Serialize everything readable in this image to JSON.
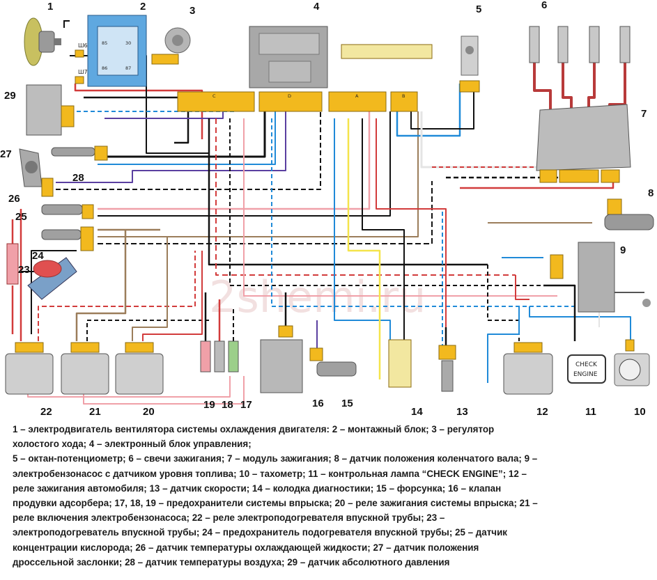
{
  "watermark": "2shemi.ru",
  "labels": {
    "n1": "1",
    "n2": "2",
    "n3": "3",
    "n4": "4",
    "n5": "5",
    "n6": "6",
    "n7": "7",
    "n8": "8",
    "n9": "9",
    "n10": "10",
    "n11": "11",
    "n12": "12",
    "n13": "13",
    "n14": "14",
    "n15": "15",
    "n16": "16",
    "n17": "17",
    "n18": "18",
    "n19": "19",
    "n20": "20",
    "n21": "21",
    "n22": "22",
    "n23": "23",
    "n24": "24",
    "n25": "25",
    "n26": "26",
    "n27": "27",
    "n28": "28",
    "n29": "29"
  },
  "markings": {
    "sh6": "Ш6",
    "sh7": "Ш7",
    "conn_c": "C",
    "conn_d": "D",
    "conn_a": "A",
    "conn_b": "B",
    "check1": "CHECK",
    "check2": "ENGINE",
    "k30": "30",
    "k85": "85",
    "k86": "86",
    "k87": "87"
  },
  "caption": [
    "1 – электродвигатель вентилятора системы охлаждения двигателя: 2 – монтажный блок; 3 – регулятор",
    "холостого хода; 4 – электронный блок управления;",
    "5 – октан-потенциометр; 6 – свечи зажигания; 7 – модуль зажигания; 8 – датчик положения коленчатого вала; 9 –",
    "электробензонасос с датчиком уровня топлива; 10 – тахометр; 11 – контрольная лампа “CHECK ENGINE”; 12 –",
    "реле зажигания автомобиля; 13 – датчик скорости; 14 – колодка диагностики; 15 – форсунка; 16 – клапан",
    "продувки адсорбера; 17, 18, 19 – предохранители системы впрыска; 20 – реле зажигания системы впрыска; 21 –",
    "реле включения электробензонасоса; 22 – реле электроподогревателя впускной трубы; 23 –",
    "электроподогреватель впускной трубы; 24 – предохранитель подогревателя впускной трубы; 25 – датчик",
    "концентрации кислорода; 26 – датчик температуры охлаждающей жидкости; 27 – датчик положения",
    "дроссельной заслонки; 28 – датчик температуры воздуха; 29 – датчик абсолютного давления"
  ],
  "colors": {
    "connector": "#f2b91e",
    "relay_body": "#cfcfcf",
    "mount_block": "#5fa8e0",
    "wire_red": "#d23b3b",
    "wire_blue": "#1f8ad8",
    "wire_black": "#111111",
    "wire_brown": "#9b7d5a",
    "wire_yellow": "#f4e44a",
    "wire_pink": "#f0a0a8",
    "wire_purple": "#5a3fa0",
    "wire_white": "#e4e4e4"
  }
}
